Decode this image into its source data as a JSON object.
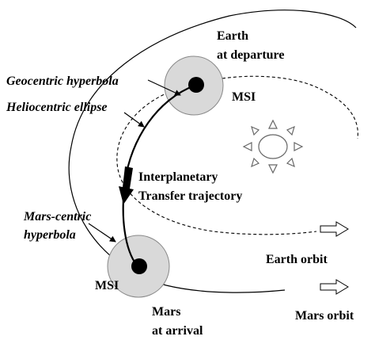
{
  "labels": {
    "earth_line1": "Earth",
    "earth_line2": "at departure",
    "geocentric": "Geocentric hyperbola",
    "heliocentric": "Heliocentric ellipse",
    "msi_earth": "MSI",
    "interplanetary_line1": "Interplanetary",
    "interplanetary_line2": "Transfer trajectory",
    "marscentric_line1": "Mars-centric",
    "marscentric_line2": "hyperbola",
    "msi_mars": "MSI",
    "mars_line1": "Mars",
    "mars_line2": "at arrival",
    "earth_orbit": "Earth orbit",
    "mars_orbit": "Mars orbit"
  },
  "colors": {
    "line": "#000000",
    "sphere_fill": "#d9d9d9",
    "sphere_stroke": "#888888",
    "sun_stroke": "#666666"
  },
  "icons": {
    "sun": "sun-icon",
    "earth": "earth-planet-icon",
    "mars": "mars-planet-icon"
  }
}
